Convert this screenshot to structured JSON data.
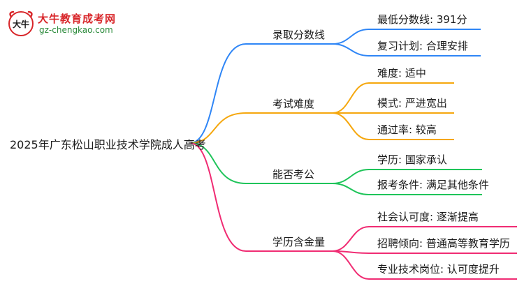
{
  "logo": {
    "title": "大牛教育成考网",
    "url": "gz-chengkao.com",
    "mark_text": "大牛"
  },
  "root": {
    "label": "2025年广东松山职业技术学院成人高考"
  },
  "branches": [
    {
      "label": "录取分数线",
      "color": "#2f86f6",
      "children": [
        "最低分数线: 391分",
        "复习计划: 合理安排"
      ]
    },
    {
      "label": "考试难度",
      "color": "#f5a70d",
      "children": [
        "难度: 适中",
        "模式: 严进宽出",
        "通过率: 较高"
      ]
    },
    {
      "label": "能否考公",
      "color": "#1fc45a",
      "children": [
        "学历: 国家承认",
        "报考条件: 满足其他条件"
      ]
    },
    {
      "label": "学历含金量",
      "color": "#f02c73",
      "children": [
        "社会认可度: 逐渐提高",
        "招聘倾向: 普通高等教育学历",
        "专业技术岗位: 认可度提升"
      ]
    }
  ]
}
